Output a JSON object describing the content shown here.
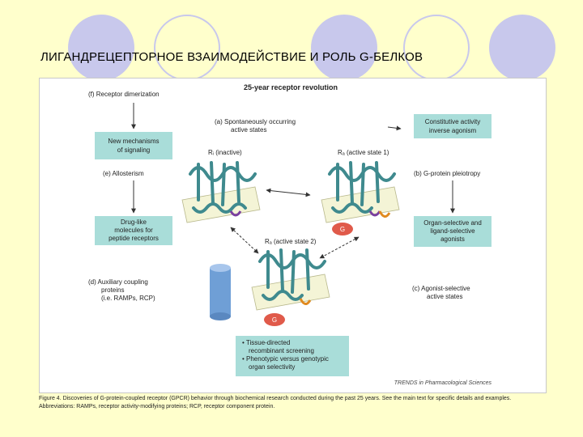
{
  "slide": {
    "title": "ЛИГАНДРЕЦЕПТОРНОЕ ВЗАИМОДЕЙСТВИЕ И РОЛЬ G-БЕЛКОВ",
    "accent_color": "#c8c8ec",
    "background_color": "#ffffcc"
  },
  "figure": {
    "heading": "25-year receptor revolution",
    "label_f": "(f)  Receptor dimerization",
    "label_a_1": "(a)  Spontaneously occurring",
    "label_a_2": "active states",
    "label_e": "(e)  Allosterism",
    "label_b": "(b)  G-protein pleiotropy",
    "label_d_1": "(d)  Auxiliary coupling",
    "label_d_2": "proteins",
    "label_d_3": "(i.e. RAMPs, RCP)",
    "label_c_1": "(c)  Agonist-selective",
    "label_c_2": "active states",
    "state_ri": "Rᵢ (inactive)",
    "state_ra1": "Rₐ (active state 1)",
    "state_ra2": "Rₐ (active state 2)",
    "box_mechanisms": [
      "New mechanisms",
      "of signaling"
    ],
    "box_drug": [
      "Drug-like",
      "molecules for",
      "peptide receptors"
    ],
    "box_constitutive": [
      "Constitutive activity",
      "inverse agonism"
    ],
    "box_organ": [
      "Organ-selective and",
      "ligand-selective",
      "agonists"
    ],
    "box_tissue": [
      "• Tissue-directed",
      "recombinant screening",
      "• Phenotypic versus genotypic",
      "organ selectivity"
    ],
    "g_label": "G",
    "source": "TRENDS in Pharmacological Sciences",
    "colors": {
      "box_fill": "#a9ddd9",
      "receptor": "#3f8a8e",
      "membrane": "#f4f4d6",
      "g_protein": "#e05a4a",
      "cylinder": "#6f9fd6"
    }
  },
  "caption": "Figure 4. Discoveries of G-protein-coupled receptor (GPCR) behavior through biochemical research conducted during the past 25 years. See the main text for specific details and examples. Abbreviations: RAMPs, receptor activity-modifying proteins; RCP, receptor component protein."
}
